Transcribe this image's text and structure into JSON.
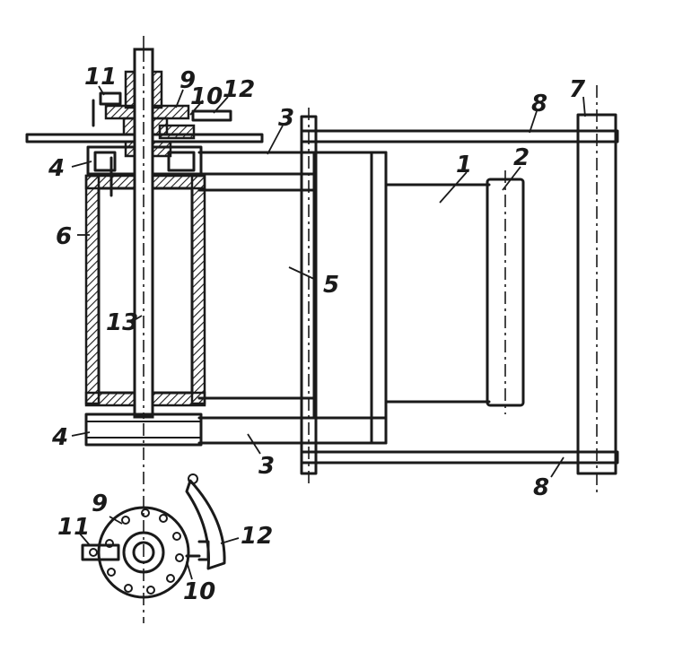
{
  "figure": {
    "ink_color": "#1a1a1a",
    "background_color": "#ffffff",
    "part_labels": {
      "p1": "1",
      "p2": "2",
      "p3_top": "3",
      "p3_bottom": "3",
      "p4_top": "4",
      "p4_bottom": "4",
      "p5": "5",
      "p6": "6",
      "p7": "7",
      "p8_top": "8",
      "p8_bottom": "8",
      "p9_top": "9",
      "p9_detail": "9",
      "p10_top": "10",
      "p10_detail": "10",
      "p11_top": "11",
      "p11_detail": "11",
      "p12_top": "12",
      "p12_detail": "12",
      "p13": "13"
    }
  }
}
